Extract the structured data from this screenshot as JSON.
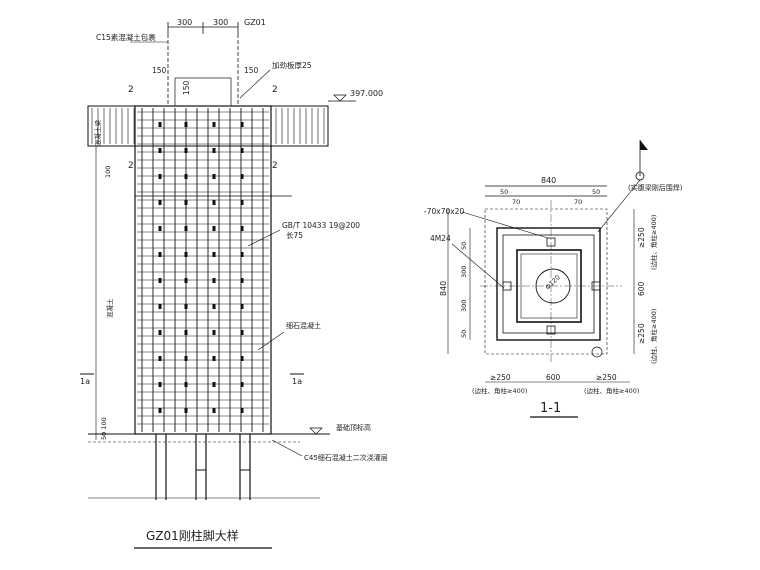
{
  "elevation": {
    "dim_top": [
      "300",
      "300"
    ],
    "column_tag": "GZ01",
    "label_c15": "C15素混凝土包裹",
    "label_stiffener": "加劲板厚25",
    "dim_150_left": "150",
    "dim_150_right": "150",
    "dim_150_vert": "150",
    "sec_2": "2",
    "elev_value": "397.000",
    "left_beam_label": "混凝土梁",
    "dim_100": "100",
    "stud_label": "GB/T 10433 19@200",
    "stud_len": "长75",
    "left_vert_label": "混凝土",
    "fine_concrete": "细石混凝土",
    "sec_1a": "1a",
    "dim_50_100": "50 100",
    "base_label": "基础顶标高",
    "c45_label": "C45细石混凝土二次浇灌层",
    "title": "GZ01刚柱脚大样"
  },
  "plan": {
    "dim_840_top": "840",
    "dim_top_small": [
      "50",
      "70",
      "70",
      "50"
    ],
    "plate_label": "-70x70x20",
    "flag_label": "(实腹梁刚后围焊)",
    "anchor_label": "4M24",
    "left_dims": [
      "50",
      "300",
      "300",
      "50"
    ],
    "dim_840_left": "840",
    "right_top_dim": "≥250",
    "right_top_note": "(边柱、角柱≥400)",
    "right_mid_dim": "600",
    "right_bot_dim": "≥250",
    "right_bot_note": "(边柱、角柱≥400)",
    "hole_label": "Φ120",
    "bottom_dims": [
      "≥250",
      "600",
      "≥250"
    ],
    "bottom_notes": [
      "(边柱、角柱≥400)",
      "(边柱、角柱≥400)"
    ],
    "section_title": "1-1"
  }
}
